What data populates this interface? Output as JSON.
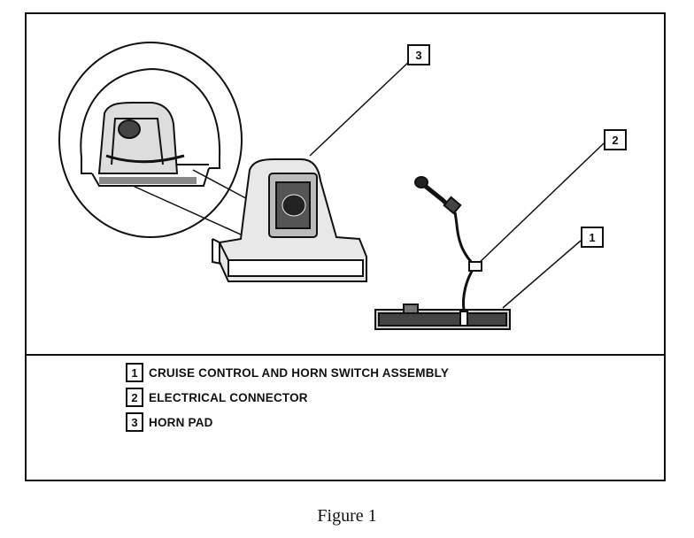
{
  "callouts": {
    "one": "1",
    "two": "2",
    "three": "3"
  },
  "legend": [
    {
      "number": "1",
      "text": "CRUISE CONTROL AND HORN SWITCH ASSEMBLY"
    },
    {
      "number": "2",
      "text": "ELECTRICAL CONNECTOR"
    },
    {
      "number": "3",
      "text": "HORN PAD"
    }
  ],
  "caption": "Figure 1"
}
